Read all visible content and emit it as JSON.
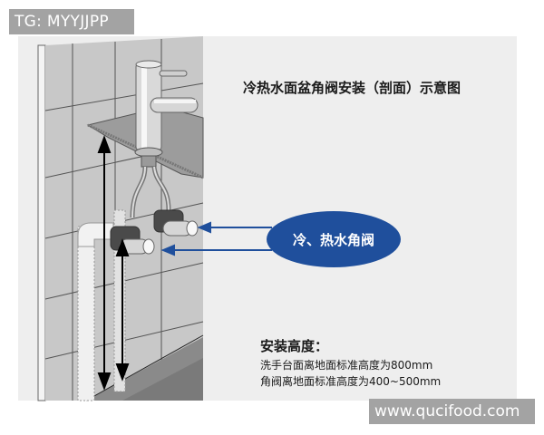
{
  "watermarks": {
    "top_left": "TG: MYYJJPP",
    "bottom_right": "www.qucifood.com"
  },
  "diagram": {
    "title": "冷热水面盆角阀安装（剖面）示意图",
    "callout_label": "冷、热水角阀",
    "install_height": {
      "heading": "安装高度：",
      "basin_height": "洗手台面离地面标准高度为800mm",
      "valve_height": "角阀离地面标准高度为400~500mm"
    },
    "colors": {
      "callout_fill": "#1f4f9c",
      "arrow_blue": "#1f4f9c",
      "panel_bg": "#eeeeee",
      "tile": "#c9c9c9",
      "floor": "#8a8a8a"
    }
  }
}
